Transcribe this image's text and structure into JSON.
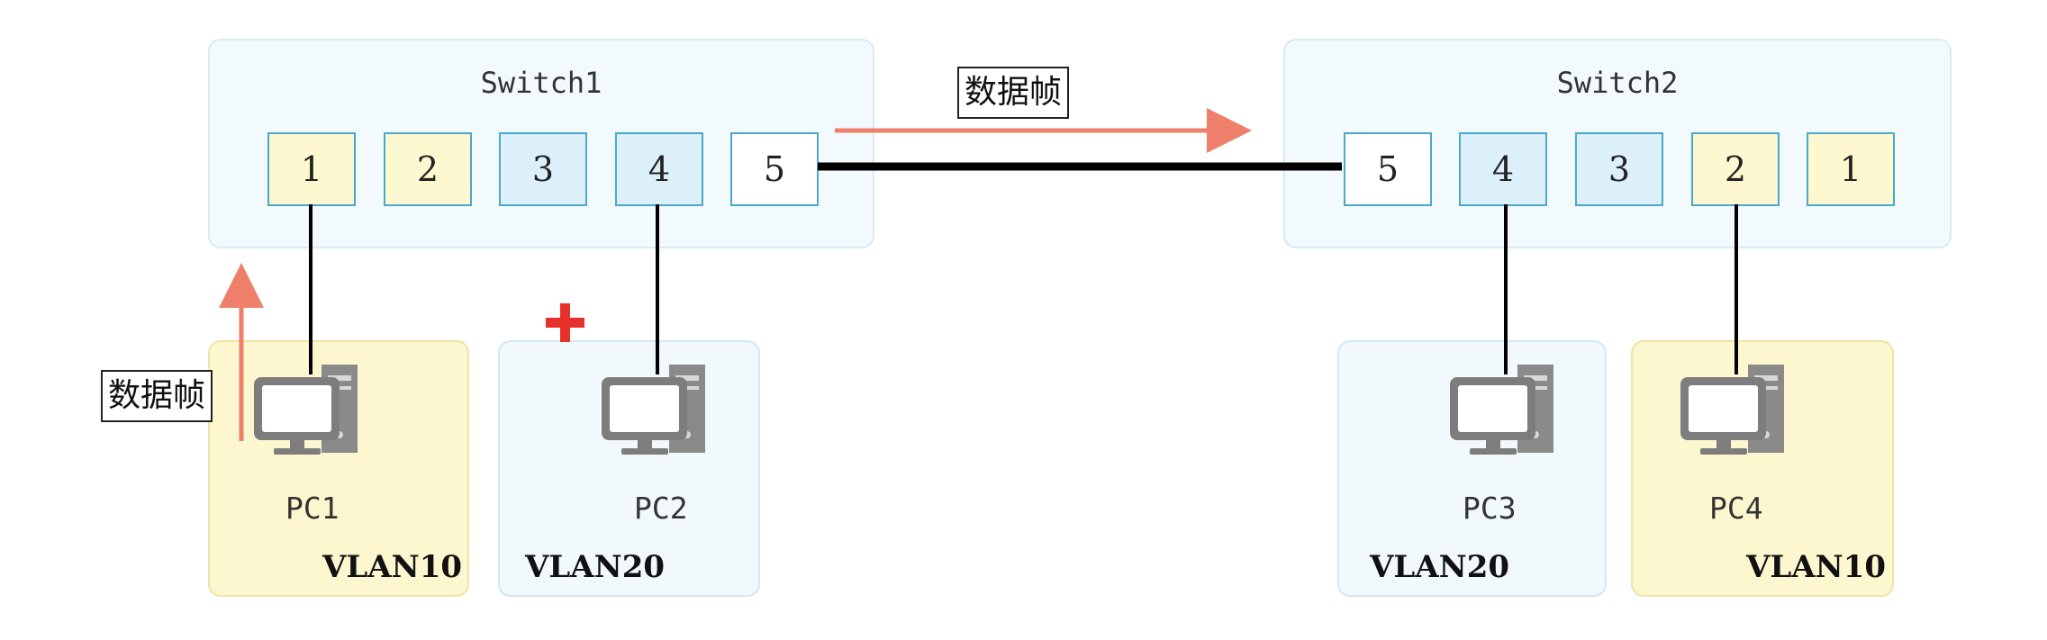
{
  "switch1": {
    "title": "Switch1",
    "ports": [
      {
        "label": "1",
        "vlan": "VLAN10"
      },
      {
        "label": "2",
        "vlan": "VLAN10"
      },
      {
        "label": "3",
        "vlan": "VLAN20"
      },
      {
        "label": "4",
        "vlan": "VLAN20"
      },
      {
        "label": "5",
        "vlan": "trunk"
      }
    ]
  },
  "switch2": {
    "title": "Switch2",
    "ports": [
      {
        "label": "5",
        "vlan": "trunk"
      },
      {
        "label": "4",
        "vlan": "VLAN20"
      },
      {
        "label": "3",
        "vlan": "VLAN20"
      },
      {
        "label": "2",
        "vlan": "VLAN10"
      },
      {
        "label": "1",
        "vlan": "VLAN10"
      }
    ]
  },
  "pcs": [
    {
      "name": "PC1",
      "vlan": "VLAN10"
    },
    {
      "name": "PC2",
      "vlan": "VLAN20"
    },
    {
      "name": "PC3",
      "vlan": "VLAN20"
    },
    {
      "name": "PC4",
      "vlan": "VLAN10"
    }
  ],
  "frame_labels": {
    "trunk_frame": "数据帧",
    "pc1_frame": "数据帧"
  },
  "colors": {
    "vlan10_fill": "#fdf8cf",
    "vlan20_fill": "#dcf0fa",
    "arrow": "#ee7f6b",
    "marker": "#e8302a"
  },
  "icons": {
    "pc": "desktop-computer-icon",
    "marker": "red-cross-icon"
  }
}
